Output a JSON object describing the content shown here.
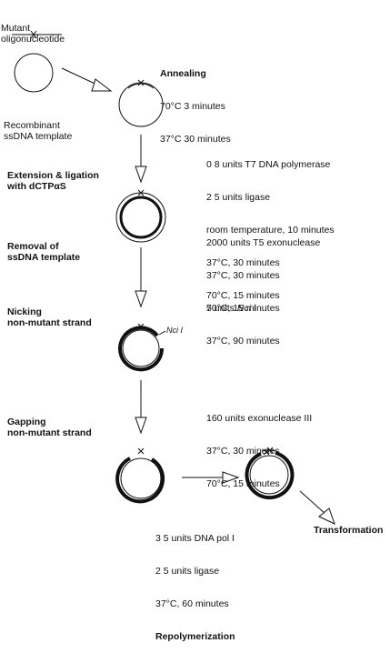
{
  "mutant_label": [
    "Mutant",
    "oligonucleotide"
  ],
  "template_label": [
    "Recombinant",
    "ssDNA template"
  ],
  "steps": {
    "annealing": {
      "title": "Annealing",
      "conditions": [
        "70°C 3 minutes",
        "37°C 30 minutes"
      ]
    },
    "extension": {
      "title": [
        "Extension & ligation",
        "with dCTPαS"
      ],
      "conditions": [
        "0 8 units T7 DNA polymerase",
        "2 5 units ligase",
        "room temperature, 10 minutes",
        "37°C, 30 minutes",
        "70°C, 15 minutes"
      ]
    },
    "removal": {
      "title": [
        "Removal of",
        "ssDNA template"
      ],
      "conditions": [
        "2000 units T5 exonuclease",
        "37°C, 30 minutes",
        "70°C, 15 minutes"
      ]
    },
    "nicking": {
      "title": [
        "Nicking",
        "non-mutant strand"
      ],
      "conditions": [
        "5 units ",
        "Nci",
        " I",
        "37°C, 90 minutes"
      ]
    },
    "gapping": {
      "title": [
        "Gapping",
        "non-mutant strand"
      ],
      "conditions": [
        "160 units exonuclease III",
        "37°C, 30 minutes",
        "70°C, 15 minutes"
      ]
    },
    "repolymerization": {
      "title": "Repolymerization",
      "conditions": [
        "3 5 units DNA pol I",
        "2 5 units ligase",
        "37°C, 60 minutes"
      ]
    },
    "transformation": {
      "title": "Transformation"
    }
  },
  "site_label": "Nci I"
}
